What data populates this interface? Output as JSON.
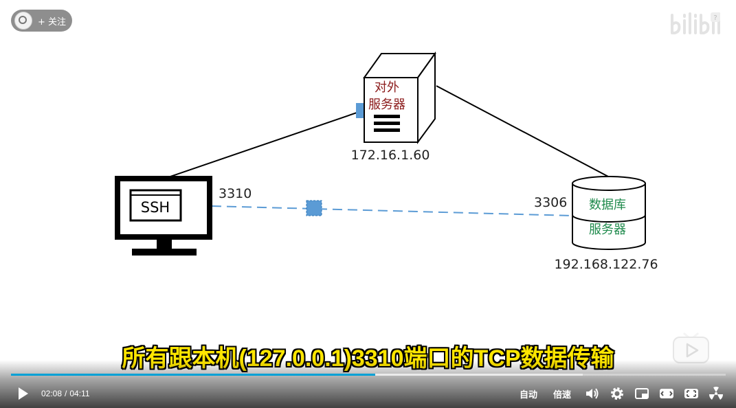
{
  "player": {
    "follow_label": "+ 关注",
    "subtitle": "所有跟本机(127.0.0.1)3310端口的TCP数据传输",
    "time_current": "02:08",
    "time_sep": "/",
    "time_total": "04:11",
    "played_fraction": 0.51,
    "buffered_fraction": 0.8,
    "auto_label": "自动",
    "speed_label": "倍速"
  },
  "diagram": {
    "server_label_line1": "对外",
    "server_label_line2": "服务器",
    "server_ip": "172.16.1.60",
    "ssh_label": "SSH",
    "client_port": "3310",
    "db_port": "3306",
    "db_label_line1": "数据库",
    "db_label_line2": "服务器",
    "db_ip": "192.168.122.76"
  },
  "colors": {
    "accent": "#00a1d6",
    "subtitle": "#ffe600",
    "server_text": "#8b1a1a",
    "db_text": "#1f8a4c",
    "tunnel": "#5b9bd5"
  }
}
